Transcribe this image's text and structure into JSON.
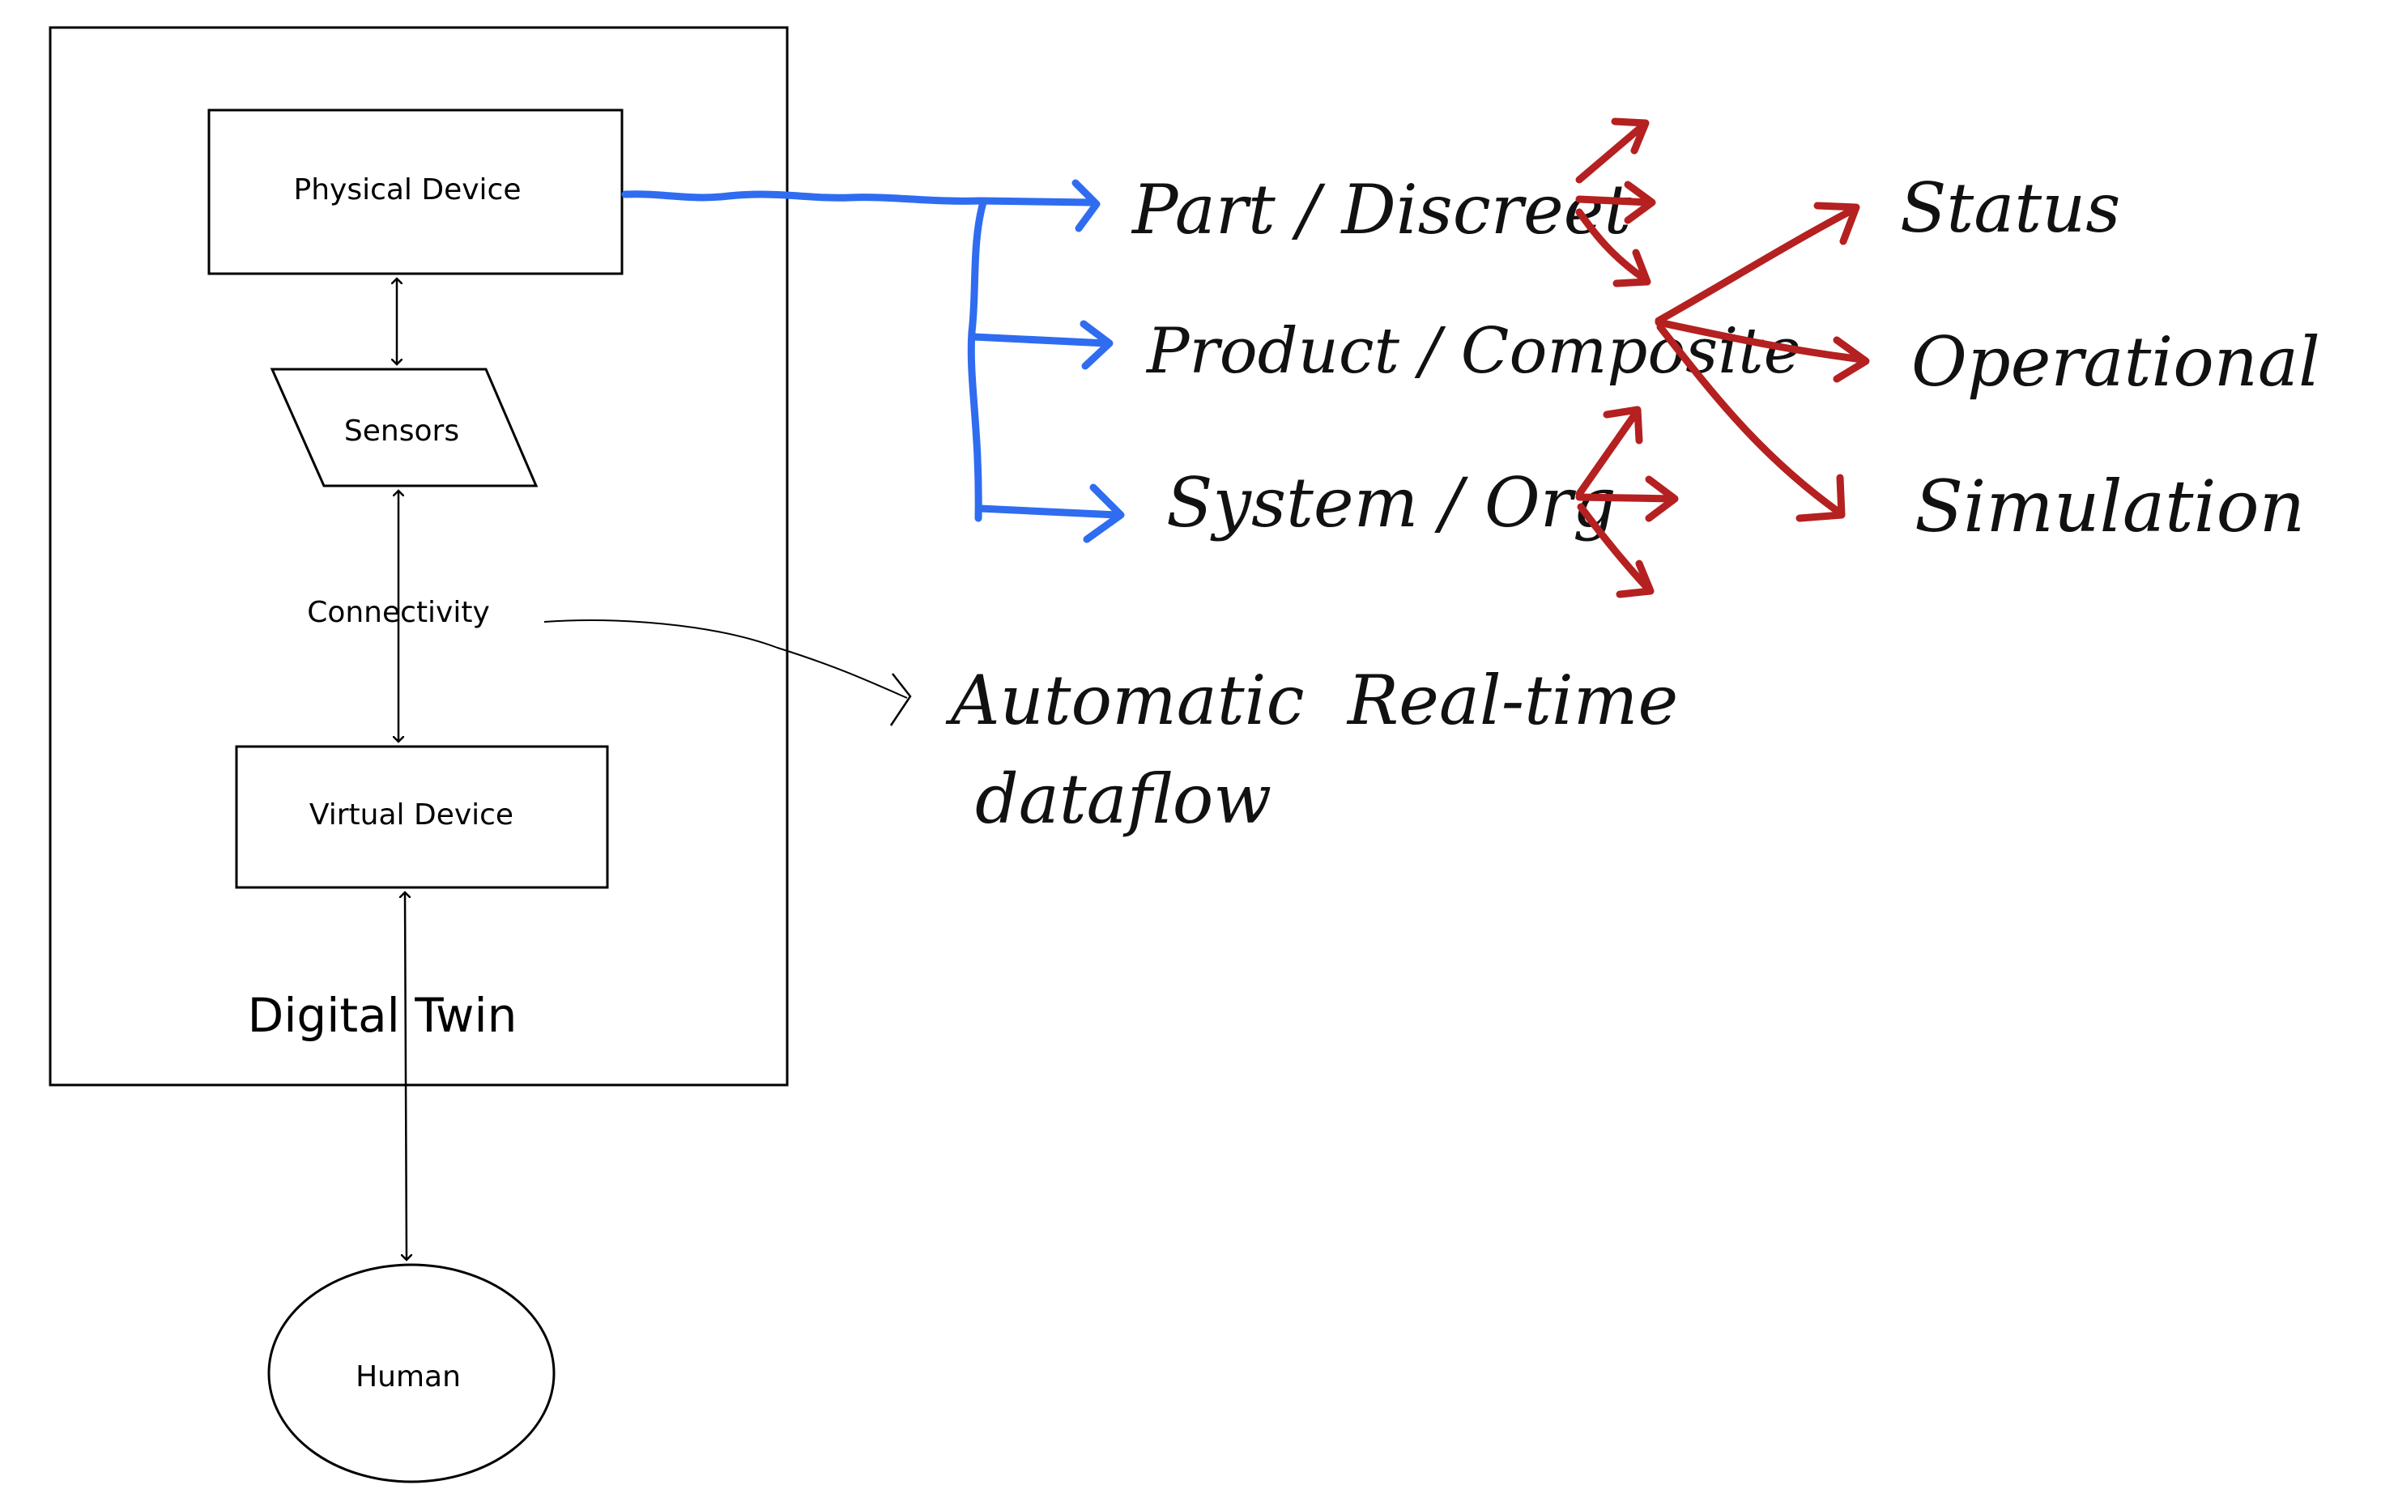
{
  "diagram": {
    "container_title": "Digital Twin",
    "nodes": {
      "physical_device": "Physical Device",
      "sensors": "Sensors",
      "connectivity": "Connectivity",
      "virtual_device": "Virtual Device",
      "human": "Human"
    },
    "handwritten": {
      "part_discrete": "Part / Discreet",
      "product_composite": "Product / Composite",
      "system_org": "System / Org",
      "status": "Status",
      "operational": "Operational",
      "simulation": "Simulation",
      "connectivity_note_line1": "Automatic  Real-time",
      "connectivity_note_line2": "dataflow"
    },
    "colors": {
      "blue_ink": "#2f6cf0",
      "red_ink": "#b52020",
      "black_ink": "#000000"
    }
  }
}
